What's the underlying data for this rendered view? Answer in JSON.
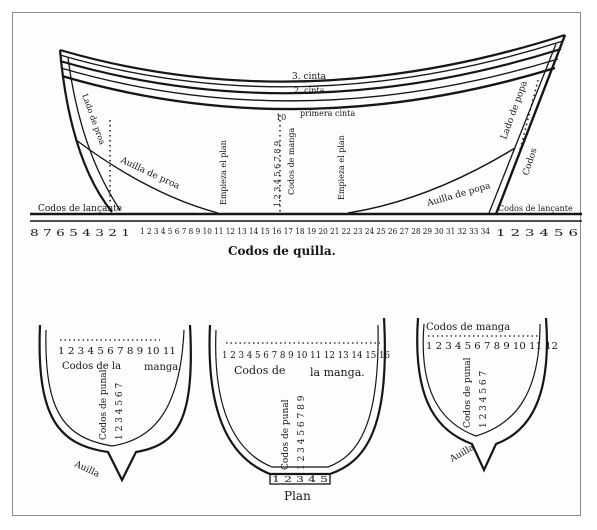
{
  "colors": {
    "ink": "#161616",
    "paper": "#fdfdfb",
    "frame": "#8a8a8a"
  },
  "hull": {
    "strake_labels": [
      "3. cinta",
      "2. cinta",
      "primera cinta"
    ],
    "center_label": "codos de manga",
    "left_stem_label": "Lado de proa",
    "right_stem_label": "Lado de popa",
    "right_stem_label2": "Codos",
    "bottom_left_label": "Codos de lançante",
    "bottom_right_label": "Codos de lançante",
    "left_rake_label": "Auilla de proa",
    "right_rake_label": "Auilla de popa",
    "center_vertical_1": "Empieza el plan",
    "center_vertical_2": "Codos de manga",
    "center_vertical_3": "Empieza el plan",
    "center_numbers_top": "10",
    "center_numbers_vertical": "1 2 3 4 5 6 7 8 9",
    "keel_left_numbers": "8 7 6 5 4 3 2 1",
    "keel_main_numbers": "1 2 3 4 5 6 7 8 9 10 11 12 13 14 15 16 17 18 19 20 21 22 23 24 25 26 27 28 29 30 31 32 33 34",
    "keel_right_numbers": "1 2 3 4 5 6",
    "keel_label": "Codos de quilla."
  },
  "sections": [
    {
      "top_numbers": "1 2 3 4 5 6 7 8 9 10 11",
      "label_line1": "Codos de la",
      "label_line2": "manga.",
      "side_label": "Codos de punal",
      "side_numbers": "1 2 3 4 5 6 7",
      "bottom_label": "Auilla"
    },
    {
      "top_numbers": "1 2 3 4 5 6 7 8 9 10 11 12 13 14 15 16",
      "label_line1": "Codos de",
      "label_line2": "la manga.",
      "side_label": "Codos de punal",
      "side_numbers": "1 2 3 4 5 6 7 8 9",
      "bottom_numbers": "1 2 3 4 5",
      "bottom_label": "Plan"
    },
    {
      "top_label": "Codos de manga",
      "top_numbers": "1 2 3 4 5 6 7 8 9 10 11 12",
      "side_label": "Codos de punal",
      "side_numbers": "1 2 3 4 5 6 7",
      "bottom_label": "Auilla"
    }
  ]
}
